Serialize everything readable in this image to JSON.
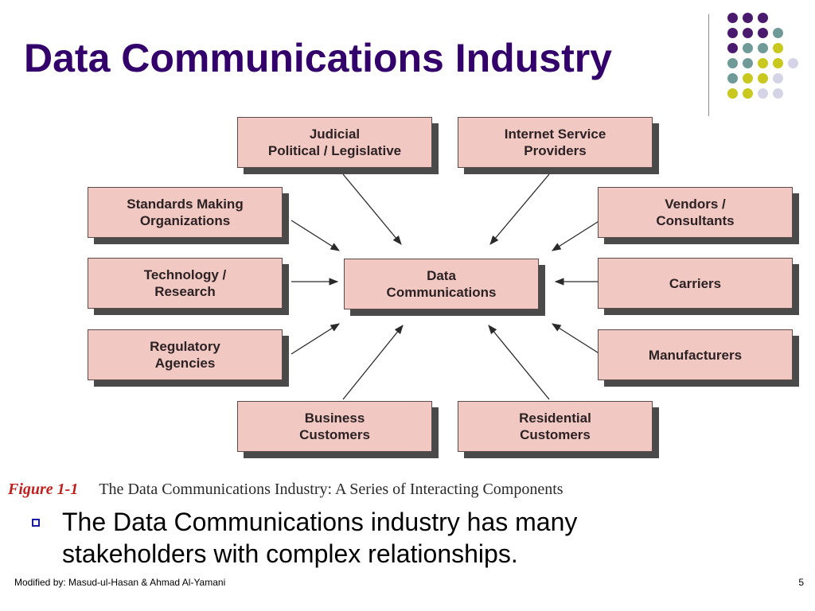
{
  "slide": {
    "title": "Data Communications Industry",
    "page_number": "5",
    "footer": "Modified by: Masud-ul-Hasan & Ahmad Al-Yamani"
  },
  "colors": {
    "title": "#33006b",
    "node_fill": "#f2c8c3",
    "node_border": "#5a4a4a",
    "node_shadow": "#4a4a4a",
    "figure_label": "#c0201e",
    "bullet": "#1a1aa8",
    "dot_purple": "#4a1a6e",
    "dot_teal": "#6f9a98",
    "dot_yellow": "#c8c81e",
    "dot_lavender": "#d4d4e6"
  },
  "decoration": {
    "dot_grid": [
      [
        "purple",
        "purple",
        "purple",
        "",
        ""
      ],
      [
        "purple",
        "purple",
        "purple",
        "teal",
        ""
      ],
      [
        "purple",
        "teal",
        "teal",
        "yellow",
        ""
      ],
      [
        "teal",
        "teal",
        "yellow",
        "yellow",
        "lavender"
      ],
      [
        "teal",
        "yellow",
        "yellow",
        "lavender",
        ""
      ],
      [
        "yellow",
        "yellow",
        "lavender",
        "lavender",
        ""
      ]
    ]
  },
  "diagram": {
    "center": "Data\nCommunications",
    "nodes": {
      "judicial": "Judicial\nPolitical / Legislative",
      "isp": "Internet Service\nProviders",
      "standards": "Standards Making\nOrganizations",
      "vendors": "Vendors /\nConsultants",
      "technology": "Technology /\nResearch",
      "carriers": "Carriers",
      "regulatory": "Regulatory\nAgencies",
      "manufacturers": "Manufacturers",
      "business": "Business\nCustomers",
      "residential": "Residential\nCustomers"
    }
  },
  "caption": {
    "figure_label": "Figure 1-1",
    "text": "The Data Communications Industry: A Series of Interacting Components"
  },
  "bullets": [
    "The Data Communications industry has many stakeholders with complex relationships."
  ]
}
